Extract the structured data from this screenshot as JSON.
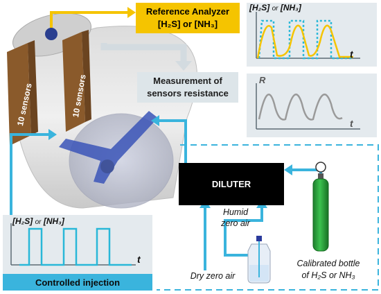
{
  "reference_analyzer": {
    "line1": "Reference Analyzer",
    "line2": "[H₂S] or [NH₃]"
  },
  "measurement": {
    "line1": "Measurement of",
    "line2": "sensors resistance"
  },
  "diluter": {
    "label": "DILUTER"
  },
  "controlled_injection": {
    "label": "Controlled injection"
  },
  "humid_zero_air": {
    "line1": "Humid",
    "line2": "zero air"
  },
  "dry_zero_air": {
    "label": "Dry zero air"
  },
  "calibrated_bottle": {
    "line1": "Calibrated bottle",
    "line2": "of H₂S or NH₃"
  },
  "sensor_board_left": {
    "label": "10 sensors"
  },
  "sensor_board_right": {
    "label": "10 sensors"
  },
  "plot_reference": {
    "ylabel_a": "[H₂S]",
    "ylabel_or": "or",
    "ylabel_b": "[NH₃]",
    "xlabel": "t"
  },
  "plot_resistance": {
    "ylabel": "R",
    "xlabel": "t"
  },
  "plot_injection": {
    "ylabel_a": "[H₂S]",
    "ylabel_or": "or",
    "ylabel_b": "[NH₃]",
    "xlabel": "t"
  },
  "colors": {
    "flow_arrow": "#3ab4dd",
    "reference_arrow": "#f5c400",
    "measurement_arrow": "#d3dbe0",
    "reference_box": "#f5c400",
    "measurement_box": "#dde5e9",
    "diluter_box": "#000000",
    "bottle": "#22a33a",
    "board": "#8a5a2b"
  }
}
